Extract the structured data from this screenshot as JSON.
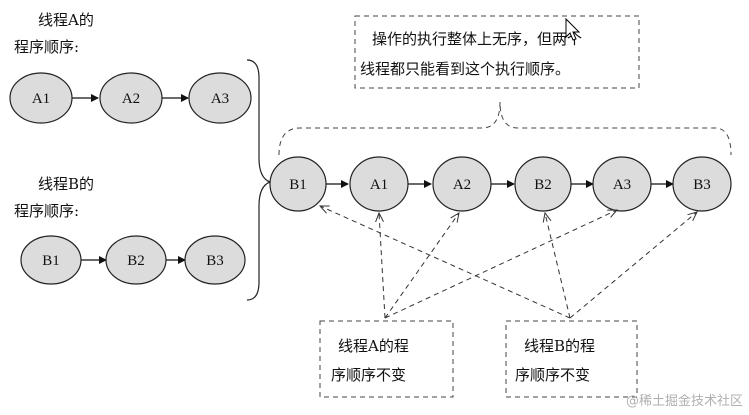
{
  "thread_a": {
    "title_line1": "线程A的",
    "title_line2": "程序顺序:",
    "nodes": [
      "A1",
      "A2",
      "A3"
    ]
  },
  "thread_b": {
    "title_line1": "线程B的",
    "title_line2": "程序顺序:",
    "nodes": [
      "B1",
      "B2",
      "B3"
    ]
  },
  "note_box": {
    "line1": "操作的执行整体上无序，但两个",
    "line2": "线程都只能看到这个执行顺序。"
  },
  "execution_sequence": [
    "B1",
    "A1",
    "A2",
    "B2",
    "A3",
    "B3"
  ],
  "label_a_order": {
    "line1": "线程A的程",
    "line2": "序顺序不变"
  },
  "label_b_order": {
    "line1": "线程B的程",
    "line2": "序顺序不变"
  },
  "watermark": "@稀土掘金技术社区",
  "colors": {
    "node_fill": "#dcdcdc",
    "stroke": "#222222",
    "dash": "#444444"
  }
}
